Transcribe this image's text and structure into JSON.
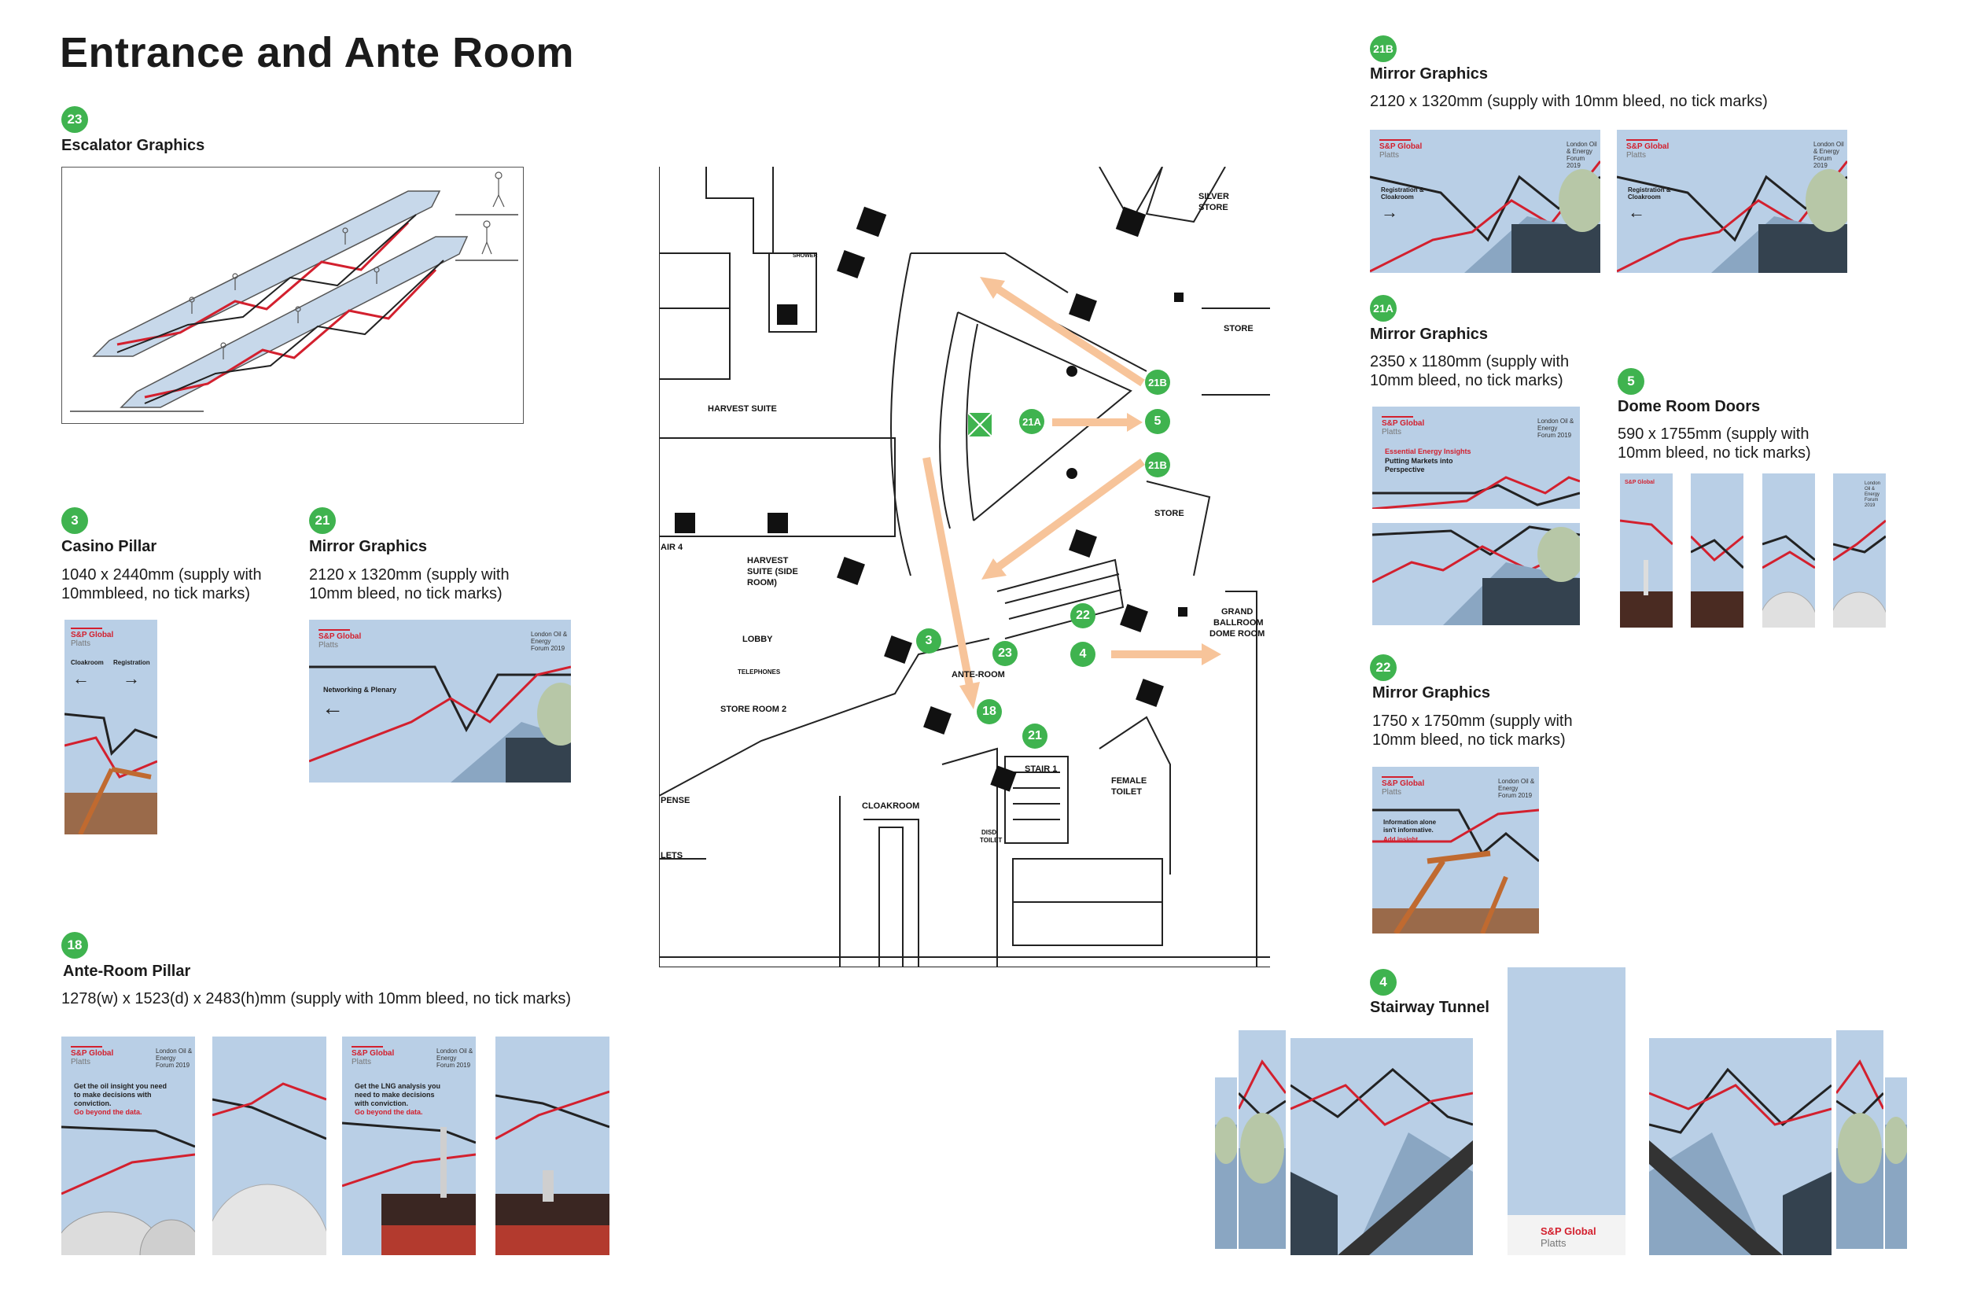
{
  "page": {
    "title": "Entrance and Ante Room"
  },
  "colors": {
    "badge": "#3fb34f",
    "brand_red": "#d3202e",
    "sky": "#b9cfe6",
    "route": "#f7c49a"
  },
  "brand": {
    "name": "S&P Global",
    "sub": "Platts",
    "forum": "London Oil & Energy Forum 2019"
  },
  "sections": {
    "escalator": {
      "number": "23",
      "label": "Escalator Graphics"
    },
    "casino": {
      "number": "3",
      "label": "Casino Pillar",
      "spec": "1040 x 2440mm (supply with 10mmbleed, no tick marks)",
      "panel_left": "Cloakroom",
      "panel_right": "Registration",
      "arrow_left": "←",
      "arrow_right": "→"
    },
    "mirror21": {
      "number": "21",
      "label": "Mirror Graphics",
      "spec": "2120 x 1320mm  (supply with 10mm bleed, no tick marks)",
      "panel_text": "Networking & Plenary",
      "arrow": "←"
    },
    "ante": {
      "number": "18",
      "label": "Ante-Room Pillar",
      "spec": "1278(w) x 1523(d) x 2483(h)mm (supply with 10mm bleed, no tick marks)",
      "panel1_text": "Get the oil insight you need to make decisions with conviction.",
      "panel1_red": "Go beyond the data.",
      "panel3_text": "Get the LNG analysis you need to make decisions with conviction.",
      "panel3_red": "Go beyond the data."
    },
    "mirror21b": {
      "number": "21B",
      "label": "Mirror Graphics",
      "spec": "2120 x 1320mm (supply with 10mm bleed, no tick marks)",
      "panel_text": "Registration & Cloakroom",
      "arrow_right": "→",
      "arrow_left": "←"
    },
    "mirror21a": {
      "number": "21A",
      "label": "Mirror Graphics",
      "spec": "2350 x 1180mm (supply with 10mm bleed, no tick marks)",
      "panel_red": "Essential Energy Insights",
      "panel_text": "Putting Markets into Perspective"
    },
    "dome": {
      "number": "5",
      "label": "Dome Room Doors",
      "spec": "590 x 1755mm (supply with 10mm bleed, no tick marks)"
    },
    "mirror22": {
      "number": "22",
      "label": "Mirror Graphics",
      "spec": "1750 x 1750mm (supply with 10mm bleed, no tick marks)",
      "panel_text": "Information alone isn't informative.",
      "panel_red": "Add insight."
    },
    "tunnel": {
      "number": "4",
      "label": "Stairway Tunnel"
    }
  },
  "floorplan": {
    "rooms": {
      "harvest_suite": "HARVEST SUITE",
      "harvest_side_1": "HARVEST",
      "harvest_side_2": "SUITE (SIDE",
      "harvest_side_3": "ROOM)",
      "lobby": "LOBBY",
      "telephones": "TELEPHONES",
      "store_room_2": "STORE ROOM 2",
      "ante_room": "ANTE-ROOM",
      "cloakroom": "CLOAKROOM",
      "stair1": "STAIR 1",
      "female_toilet_1": "FEMALE",
      "female_toilet_2": "TOILET",
      "silver_store_1": "SILVER",
      "silver_store_2": "STORE",
      "store_a": "STORE",
      "store_b": "STORE",
      "grand_1": "GRAND",
      "grand_2": "BALLROOM",
      "grand_3": "DOME ROOM",
      "stair4": "AIR 4",
      "pense": "PENSE",
      "lets": "LETS",
      "shower": "SHOWER",
      "disd_1": "DISD",
      "disd_2": "TOILET"
    },
    "markers": [
      {
        "id": "21B",
        "key": "m21b_top"
      },
      {
        "id": "5",
        "key": "m5"
      },
      {
        "id": "21A",
        "key": "m21a"
      },
      {
        "id": "21B",
        "key": "m21b_bot"
      },
      {
        "id": "22",
        "key": "m22"
      },
      {
        "id": "4",
        "key": "m4"
      },
      {
        "id": "3",
        "key": "m3"
      },
      {
        "id": "23",
        "key": "m23"
      },
      {
        "id": "18",
        "key": "m18"
      },
      {
        "id": "21",
        "key": "m21"
      }
    ]
  }
}
